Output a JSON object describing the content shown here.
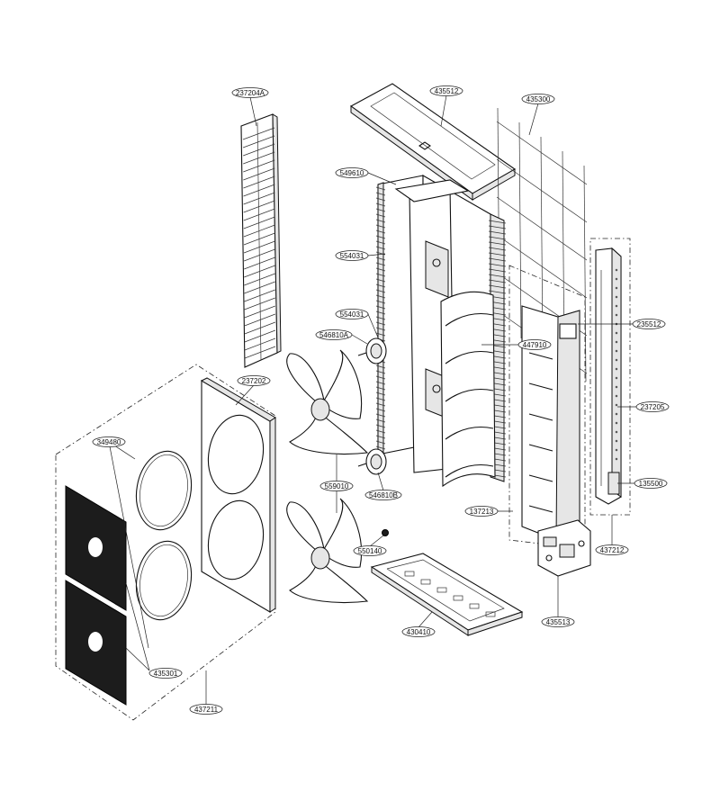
{
  "parts": {
    "p237204A": "237204A",
    "p435512": "435512",
    "p435300": "435300",
    "p549610": "549610",
    "p554031a": "554031",
    "p554031b": "554031",
    "p546810A": "546810A",
    "p447910": "447910",
    "p235512": "235512",
    "p237202": "237202",
    "p237205": "237205",
    "p349480": "349480",
    "p559010": "559010",
    "p546810B": "546810B",
    "p135500": "135500",
    "p137213": "137213",
    "p550140": "550140",
    "p437212": "437212",
    "p435513": "435513",
    "p430410": "430410",
    "p435301": "435301",
    "p437211": "437211"
  }
}
